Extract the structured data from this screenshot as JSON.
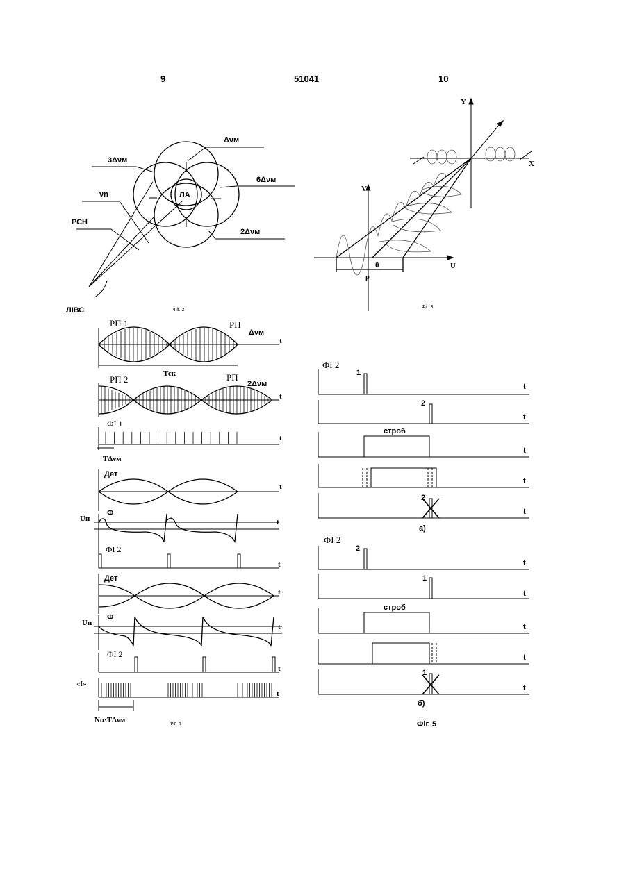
{
  "page": {
    "left_number": "9",
    "patent_number": "51041",
    "right_number": "10"
  },
  "fig2": {
    "caption": "Фіг. 2",
    "labels": {
      "dv": "Δνм",
      "dv3": "3Δνм",
      "dv6": "6Δνм",
      "dv2": "2Δνм",
      "vn": "νn",
      "rsn": "РСН",
      "la": "ЛА",
      "livs": "ЛІВС"
    }
  },
  "fig3": {
    "caption": "Фіг. 3",
    "axes": {
      "y": "Y",
      "x": "X",
      "v": "V",
      "u": "U",
      "origin": "0",
      "rho": "ρ"
    }
  },
  "fig4": {
    "caption": "Фіг. 4",
    "labels": {
      "rp1": "РП 1",
      "rp_right1": "РП",
      "dv": "Δνм",
      "tsk": "Тск",
      "rp2": "РП 2",
      "rp_right2": "РП",
      "dv2": "2Δνм",
      "fi1": "ФІ 1",
      "tdv": "ТΔνм",
      "det": "Дет",
      "up": "Uп",
      "phi": "Ф",
      "fi2": "ФІ 2",
      "i_label": "«І»",
      "n_t": "Nα·ТΔνм",
      "t": "t"
    }
  },
  "fig5": {
    "caption": "Фіг. 5",
    "labels": {
      "fi2": "ФІ 2",
      "one": "1",
      "two": "2",
      "strob": "строб",
      "a": "а)",
      "b": "б)",
      "t": "t"
    }
  }
}
